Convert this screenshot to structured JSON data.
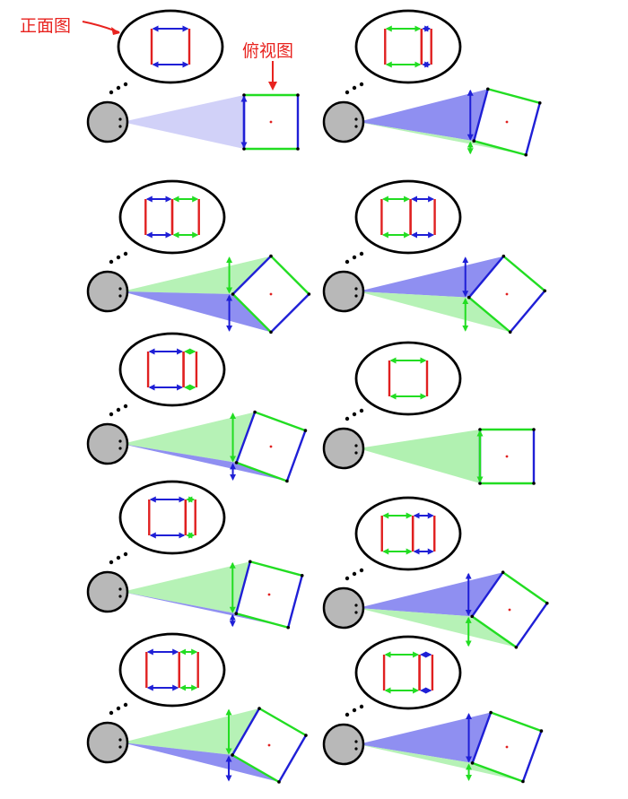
{
  "labels": {
    "front_view": "正面图",
    "top_view": "俯视图"
  },
  "colors": {
    "red": "#e02020",
    "blue": "#1f1fd6",
    "green": "#22dd22",
    "blue_fill": "#7b7bef",
    "blue_fill_light": "#c9c9f7",
    "green_fill": "#a9f0a9",
    "observer": "#b8b8b8",
    "outline": "#000000",
    "label": "#e8231f"
  },
  "panels": [
    {
      "id": "p1",
      "rotation_deg": 0
    },
    {
      "id": "p2",
      "rotation_deg": 15
    },
    {
      "id": "p3",
      "rotation_deg": 45
    },
    {
      "id": "p4",
      "rotation_deg": 40
    },
    {
      "id": "p5",
      "rotation_deg": 20
    },
    {
      "id": "p6",
      "rotation_deg": 0
    },
    {
      "id": "p7",
      "rotation_deg": 15
    },
    {
      "id": "p8",
      "rotation_deg": 35
    },
    {
      "id": "p9",
      "rotation_deg": 30
    },
    {
      "id": "p10",
      "rotation_deg": 20
    }
  ]
}
